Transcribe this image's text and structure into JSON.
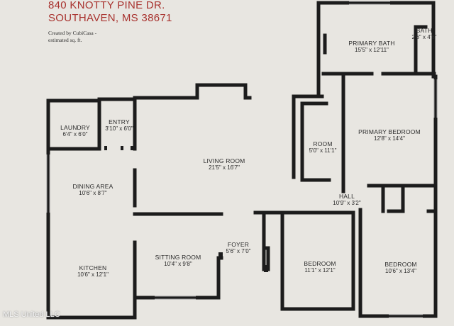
{
  "header": {
    "address_line1": "840 KNOTTY PINE DR.",
    "address_line2": "SOUTHAVEN, MS  38671",
    "credit_line1": "Created by CubiCasa -",
    "credit_line2": "estimated sq. ft."
  },
  "rooms": [
    {
      "name": "PRIMARY BATH",
      "dims": "15'5\" x 12'11\""
    },
    {
      "name": "BATH",
      "dims": "2'6\" x 4'6\""
    },
    {
      "name": "LAUNDRY",
      "dims": "6'4\" x 6'0\""
    },
    {
      "name": "ENTRY",
      "dims": "3'10\" x 6'0\""
    },
    {
      "name": "ROOM",
      "dims": "5'0\" x 11'1\""
    },
    {
      "name": "PRIMARY BEDROOM",
      "dims": "12'8\" x 14'4\""
    },
    {
      "name": "LIVING ROOM",
      "dims": "21'5\" x 16'7\""
    },
    {
      "name": "DINING AREA",
      "dims": "10'6\" x 8'7\""
    },
    {
      "name": "HALL",
      "dims": "10'9\" x 3'2\""
    },
    {
      "name": "FOYER",
      "dims": "5'6\" x 7'0\""
    },
    {
      "name": "SITTING ROOM",
      "dims": "10'4\" x 9'8\""
    },
    {
      "name": "KITCHEN",
      "dims": "10'6\" x 12'1\""
    },
    {
      "name": "BEDROOM",
      "dims": "11'1\" x 12'1\""
    },
    {
      "name": "BEDROOM",
      "dims": "10'6\" x 13'4\""
    }
  ],
  "watermark": "MLS United LLC",
  "colors": {
    "wall": "#1c1c1c",
    "address": "#a8322e",
    "background": "#e8e6e1"
  }
}
